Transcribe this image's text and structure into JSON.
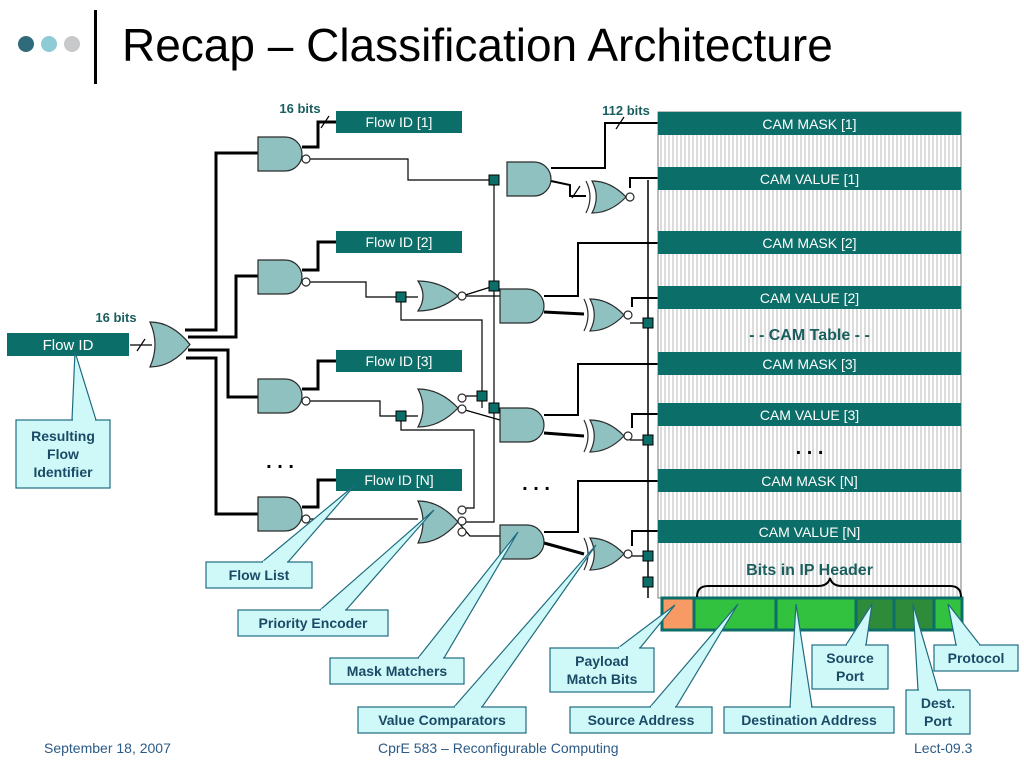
{
  "slide": {
    "title": "Recap – Classification Architecture"
  },
  "header_dots": [
    {
      "color": "#2f6b7a"
    },
    {
      "color": "#8ecbd4"
    },
    {
      "color": "#c7c9cb"
    }
  ],
  "colors": {
    "bar_fill": "#0c6e68",
    "gate_fill": "#8fc1c0",
    "callout_fill": "#cff9f9",
    "callout_border": "#1f6b7f",
    "callout_text": "#1b4a66",
    "accent_text": "#1b5e5e",
    "field_green": "#33c23f",
    "field_dark_green": "#2e8b3a",
    "field_orange": "#f79a63"
  },
  "bit_labels": {
    "flow_id_width": "16 bits",
    "flow_list_width": "16 bits",
    "cam_width": "112 bits"
  },
  "flow_id_input": "Flow ID",
  "flow_list": [
    "Flow ID [1]",
    "Flow ID [2]",
    "Flow ID [3]",
    "Flow ID [N]"
  ],
  "cam_rows": [
    "CAM MASK [1]",
    "CAM VALUE [1]",
    "CAM MASK [2]",
    "CAM VALUE [2]",
    "CAM MASK [3]",
    "CAM VALUE [3]",
    "CAM MASK [N]",
    "CAM VALUE [N]"
  ],
  "cam_table_label": "- - CAM Table - -",
  "ellipsis": {
    "left": ". . .",
    "middle": ". . .",
    "cam": ". . ."
  },
  "bits_in_ip_header": "Bits in IP Header",
  "callouts": {
    "resulting_flow_identifier": [
      "Resulting",
      "Flow",
      "Identifier"
    ],
    "flow_list": "Flow List",
    "priority_encoder": "Priority Encoder",
    "mask_matchers": "Mask Matchers",
    "value_comparators": "Value Comparators",
    "payload_match_bits": [
      "Payload",
      "Match Bits"
    ],
    "source_address": "Source Address",
    "destination_address": "Destination Address",
    "source_port": [
      "Source",
      "Port"
    ],
    "dest_port": [
      "Dest.",
      "Port"
    ],
    "protocol": "Protocol"
  },
  "footer": {
    "date": "September 18, 2007",
    "course": "CprE 583 – Reconfigurable Computing",
    "lecture": "Lect-09.3"
  }
}
